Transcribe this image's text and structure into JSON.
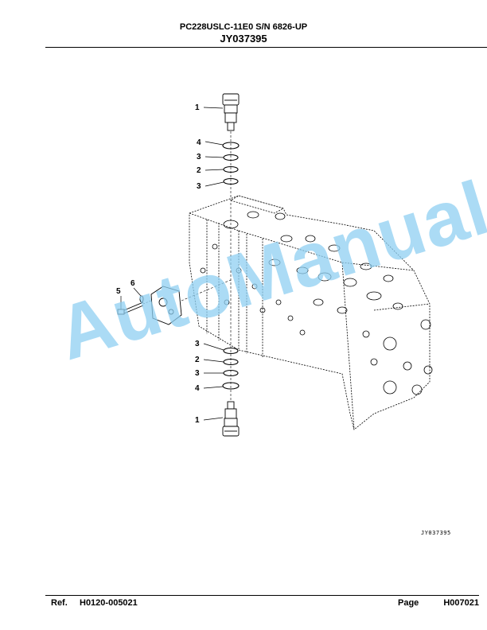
{
  "header": {
    "model": "PC228USLC-11E0 S/N 6826-UP",
    "code": "JY037395"
  },
  "diagram": {
    "figure_ref": "JY037395",
    "callouts": {
      "top_1": "1",
      "top_4": "4",
      "top_3a": "3",
      "top_2": "2",
      "top_3b": "3",
      "bolt_5": "5",
      "washer_6": "6",
      "bot_3a": "3",
      "bot_2": "2",
      "bot_3b": "3",
      "bot_4": "4",
      "bot_1": "1"
    }
  },
  "watermark": "AutoManual",
  "footer": {
    "ref_label": "Ref.",
    "ref_value": "H0120-005021",
    "page_label": "Page",
    "page_value": "H007021"
  }
}
